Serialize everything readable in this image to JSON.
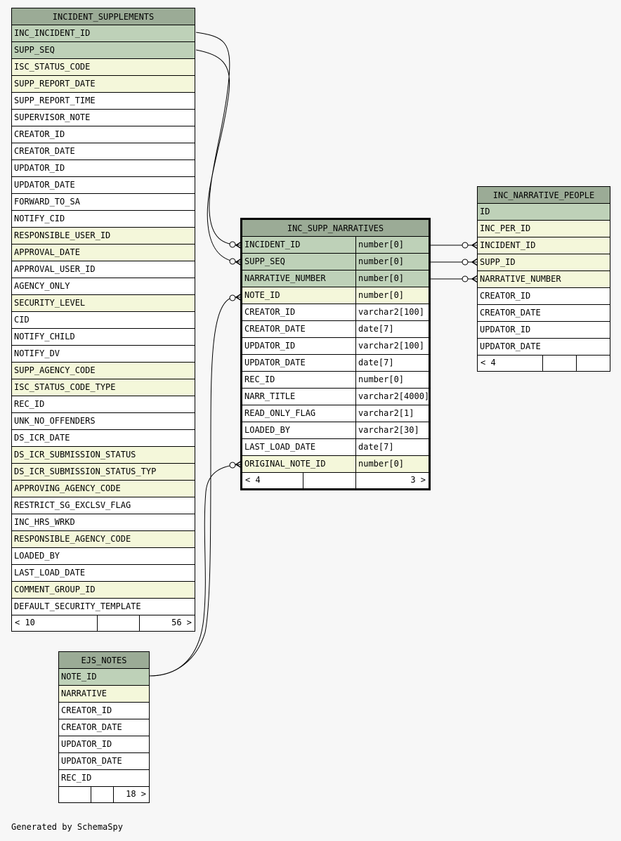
{
  "tables": {
    "incident_supplements": {
      "name": "INCIDENT_SUPPLEMENTS",
      "columns": [
        {
          "name": "INC_INCIDENT_ID",
          "kind": "pk"
        },
        {
          "name": "SUPP_SEQ",
          "kind": "pk"
        },
        {
          "name": "ISC_STATUS_CODE",
          "kind": "fk"
        },
        {
          "name": "SUPP_REPORT_DATE",
          "kind": "fk"
        },
        {
          "name": "SUPP_REPORT_TIME",
          "kind": "plain"
        },
        {
          "name": "SUPERVISOR_NOTE",
          "kind": "plain"
        },
        {
          "name": "CREATOR_ID",
          "kind": "plain"
        },
        {
          "name": "CREATOR_DATE",
          "kind": "plain"
        },
        {
          "name": "UPDATOR_ID",
          "kind": "plain"
        },
        {
          "name": "UPDATOR_DATE",
          "kind": "plain"
        },
        {
          "name": "FORWARD_TO_SA",
          "kind": "plain"
        },
        {
          "name": "NOTIFY_CID",
          "kind": "plain"
        },
        {
          "name": "RESPONSIBLE_USER_ID",
          "kind": "fk"
        },
        {
          "name": "APPROVAL_DATE",
          "kind": "fk"
        },
        {
          "name": "APPROVAL_USER_ID",
          "kind": "plain"
        },
        {
          "name": "AGENCY_ONLY",
          "kind": "plain"
        },
        {
          "name": "SECURITY_LEVEL",
          "kind": "fk"
        },
        {
          "name": "CID",
          "kind": "plain"
        },
        {
          "name": "NOTIFY_CHILD",
          "kind": "plain"
        },
        {
          "name": "NOTIFY_DV",
          "kind": "plain"
        },
        {
          "name": "SUPP_AGENCY_CODE",
          "kind": "fk"
        },
        {
          "name": "ISC_STATUS_CODE_TYPE",
          "kind": "fk"
        },
        {
          "name": "REC_ID",
          "kind": "plain"
        },
        {
          "name": "UNK_NO_OFFENDERS",
          "kind": "plain"
        },
        {
          "name": "DS_ICR_DATE",
          "kind": "plain"
        },
        {
          "name": "DS_ICR_SUBMISSION_STATUS",
          "kind": "fk"
        },
        {
          "name": "DS_ICR_SUBMISSION_STATUS_TYP",
          "kind": "fk"
        },
        {
          "name": "APPROVING_AGENCY_CODE",
          "kind": "fk"
        },
        {
          "name": "RESTRICT_SG_EXCLSV_FLAG",
          "kind": "plain"
        },
        {
          "name": "INC_HRS_WRKD",
          "kind": "plain"
        },
        {
          "name": "RESPONSIBLE_AGENCY_CODE",
          "kind": "fk"
        },
        {
          "name": "LOADED_BY",
          "kind": "plain"
        },
        {
          "name": "LAST_LOAD_DATE",
          "kind": "plain"
        },
        {
          "name": "COMMENT_GROUP_ID",
          "kind": "fk"
        },
        {
          "name": "DEFAULT_SECURITY_TEMPLATE",
          "kind": "plain"
        }
      ],
      "footer": [
        "< 10",
        "",
        "56 >"
      ]
    },
    "inc_supp_narratives": {
      "name": "INC_SUPP_NARRATIVES",
      "columns": [
        {
          "name": "INCIDENT_ID",
          "type": "number[0]",
          "kind": "pk"
        },
        {
          "name": "SUPP_SEQ",
          "type": "number[0]",
          "kind": "pk"
        },
        {
          "name": "NARRATIVE_NUMBER",
          "type": "number[0]",
          "kind": "pk"
        },
        {
          "name": "NOTE_ID",
          "type": "number[0]",
          "kind": "fk"
        },
        {
          "name": "CREATOR_ID",
          "type": "varchar2[100]",
          "kind": "plain"
        },
        {
          "name": "CREATOR_DATE",
          "type": "date[7]",
          "kind": "plain"
        },
        {
          "name": "UPDATOR_ID",
          "type": "varchar2[100]",
          "kind": "plain"
        },
        {
          "name": "UPDATOR_DATE",
          "type": "date[7]",
          "kind": "plain"
        },
        {
          "name": "REC_ID",
          "type": "number[0]",
          "kind": "plain"
        },
        {
          "name": "NARR_TITLE",
          "type": "varchar2[4000]",
          "kind": "plain"
        },
        {
          "name": "READ_ONLY_FLAG",
          "type": "varchar2[1]",
          "kind": "plain"
        },
        {
          "name": "LOADED_BY",
          "type": "varchar2[30]",
          "kind": "plain"
        },
        {
          "name": "LAST_LOAD_DATE",
          "type": "date[7]",
          "kind": "plain"
        },
        {
          "name": "ORIGINAL_NOTE_ID",
          "type": "number[0]",
          "kind": "fk"
        }
      ],
      "footer": [
        "< 4",
        "",
        "3 >"
      ]
    },
    "inc_narrative_people": {
      "name": "INC_NARRATIVE_PEOPLE",
      "columns": [
        {
          "name": "ID",
          "kind": "pk"
        },
        {
          "name": "INC_PER_ID",
          "kind": "fk"
        },
        {
          "name": "INCIDENT_ID",
          "kind": "fk"
        },
        {
          "name": "SUPP_ID",
          "kind": "fk"
        },
        {
          "name": "NARRATIVE_NUMBER",
          "kind": "fk"
        },
        {
          "name": "CREATOR_ID",
          "kind": "plain"
        },
        {
          "name": "CREATOR_DATE",
          "kind": "plain"
        },
        {
          "name": "UPDATOR_ID",
          "kind": "plain"
        },
        {
          "name": "UPDATOR_DATE",
          "kind": "plain"
        }
      ],
      "footer": [
        "< 4",
        "",
        ""
      ]
    },
    "ejs_notes": {
      "name": "EJS_NOTES",
      "columns": [
        {
          "name": "NOTE_ID",
          "kind": "pk"
        },
        {
          "name": "NARRATIVE",
          "kind": "fk"
        },
        {
          "name": "CREATOR_ID",
          "kind": "plain"
        },
        {
          "name": "CREATOR_DATE",
          "kind": "plain"
        },
        {
          "name": "UPDATOR_ID",
          "kind": "plain"
        },
        {
          "name": "UPDATOR_DATE",
          "kind": "plain"
        },
        {
          "name": "REC_ID",
          "kind": "plain"
        }
      ],
      "footer": [
        "",
        "",
        "18 >"
      ]
    }
  },
  "relationships": [
    {
      "from": "incident_supplements.INC_INCIDENT_ID",
      "to": "inc_supp_narratives.INCIDENT_ID"
    },
    {
      "from": "incident_supplements.SUPP_SEQ",
      "to": "inc_supp_narratives.SUPP_SEQ"
    },
    {
      "from": "ejs_notes.NOTE_ID",
      "to": "inc_supp_narratives.NOTE_ID"
    },
    {
      "from": "ejs_notes.NOTE_ID",
      "to": "inc_supp_narratives.ORIGINAL_NOTE_ID"
    },
    {
      "from": "inc_supp_narratives.INCIDENT_ID",
      "to": "inc_narrative_people.INCIDENT_ID"
    },
    {
      "from": "inc_supp_narratives.SUPP_SEQ",
      "to": "inc_narrative_people.SUPP_ID"
    },
    {
      "from": "inc_supp_narratives.NARRATIVE_NUMBER",
      "to": "inc_narrative_people.NARRATIVE_NUMBER"
    }
  ],
  "colors": {
    "title_bg": "#9bab96",
    "pk_bg": "#bed1b8",
    "fk_bg": "#f4f7da",
    "background": "#f7f7f7"
  },
  "generated_by": "Generated by SchemaSpy"
}
